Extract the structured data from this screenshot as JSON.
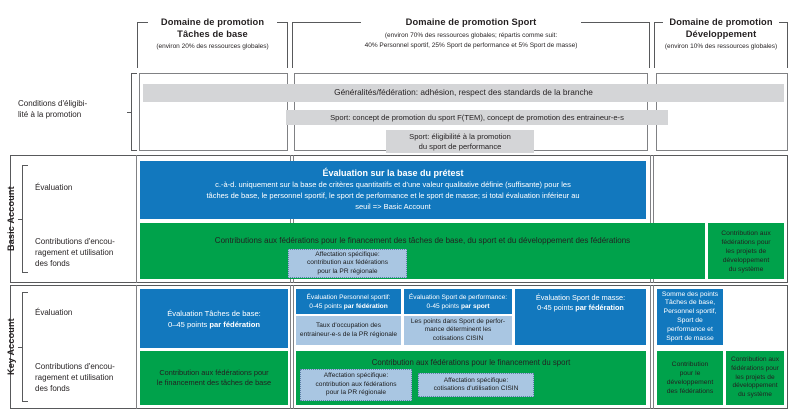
{
  "header": {
    "domains": [
      {
        "name": "domain-taches-de-base",
        "title": "Domaine de promotion\nTâches de base",
        "title_line1": "Domaine de promotion",
        "title_line2": "Tâches de base",
        "sub_line1": "(environ 20% des ressources globales)",
        "sub_line2": "",
        "sub_line3": ""
      },
      {
        "name": "domain-sport",
        "title_line1": "Domaine de promotion Sport",
        "title_line2": "",
        "sub_line1": "(environ 70% des ressources globales; répartis comme suit:",
        "sub_line2": "40% Personnel sportif,  25% Sport de performance et 5% Sport de masse)",
        "sub_line3": ""
      },
      {
        "name": "domain-developpement",
        "title_line1": "Domaine de promotion",
        "title_line2": "Développement",
        "sub_line1": "(environ 10% des ressources globales)",
        "sub_line2": "",
        "sub_line3": ""
      }
    ]
  },
  "rows": {
    "eligibility": {
      "label_line1": "Conditions d'éligibi-",
      "label_line2": "lité à la promotion"
    },
    "basic_account": {
      "side_label": "Basic Account",
      "evaluation_label": "Évaluation",
      "contributions_label_line1": "Contributions d'encou-",
      "contributions_label_line2": "ragement et utilisation",
      "contributions_label_line3": "des fonds"
    },
    "key_account": {
      "side_label": "Key Account",
      "evaluation_label": "Évaluation",
      "contributions_label_line1": "Contributions d'encou-",
      "contributions_label_line2": "ragement et utilisation",
      "contributions_label_line3": "des fonds"
    }
  },
  "eligibility_bars": {
    "generalites": "Généralités/fédération: adhésion, respect des standards de la branche",
    "sport_concept": "Sport: concept de promotion du sport F(TEM), concept de promotion des entraineur-e-s",
    "sport_eligibilite_line1": "Sport: éligibilité à la promotion",
    "sport_eligibilite_line2": "du sport de performance"
  },
  "basic_account_cells": {
    "evaluation": {
      "title": "Évaluation sur la base du prétest",
      "body_line1": "c.-à-d. uniquement sur la base de critères quantitatifs et d'une valeur qualitative définie (suffisante) pour les",
      "body_line2": "tâches de base, le personnel sportif, le sport de performance et le sport de masse; si total évaluation inférieur au",
      "body_line3": "seuil => Basic Account"
    },
    "contributions_main": "Contributions aux fédérations pour le financement des tâches de base, du sport et du développement des fédérations",
    "affectation_pr_line1": "Affectation spécifique:",
    "affectation_pr_line2": "contribution aux fédérations",
    "affectation_pr_line3": "pour la PR régionale",
    "dev_systeme_line1": "Contribution aux",
    "dev_systeme_line2": "fédérations pour",
    "dev_systeme_line3": "les projets de",
    "dev_systeme_line4": "développement",
    "dev_systeme_line5": "du système"
  },
  "key_account_cells": {
    "eval_taches_line1": "Évaluation Tâches de base:",
    "eval_taches_line2_a": "0–45 points ",
    "eval_taches_line2_b": "par fédération",
    "eval_personnel_line1": "Évaluation Personnel sportif:",
    "eval_personnel_line2_a": "0-45 points ",
    "eval_personnel_line2_b": "par fédération",
    "taux_occupation_line1": "Taux d'occupation des",
    "taux_occupation_line2": "entraineur-e-s de la PR régionale",
    "eval_performance_line1": "Évaluation Sport de performance:",
    "eval_performance_line2_a": "0-45 points ",
    "eval_performance_line2_b": "par sport",
    "points_cisin_line1": "Les points dans Sport de perfor-",
    "points_cisin_line2": "mance déterminent les",
    "points_cisin_line3": "cotisations CISIN",
    "eval_masse_line1": "Évaluation Sport de masse:",
    "eval_masse_line2_a": "0-45 points ",
    "eval_masse_line2_b": "par fédération",
    "somme_points_line1": "Somme des points",
    "somme_points_line2": "Tâches de base,",
    "somme_points_line3": "Personnel sportif,",
    "somme_points_line4": "Sport de",
    "somme_points_line5": "performance et",
    "somme_points_line6": "Sport de masse",
    "contrib_taches_line1": "Contribution aux fédérations pour",
    "contrib_taches_line2": "le financement des tâches de base",
    "contrib_sport": "Contribution aux fédérations pour le financement du sport",
    "affectation_pr_line1": "Affectation spécifique:",
    "affectation_pr_line2": "contribution aux fédérations",
    "affectation_pr_line3": "pour la PR régionale",
    "affectation_cisin_line1": "Affectation spécifique:",
    "affectation_cisin_line2": "cotisations d'utilisation CISIN",
    "contrib_dev_fed_line1": "Contribution",
    "contrib_dev_fed_line2": "pour le",
    "contrib_dev_fed_line3": "développement",
    "contrib_dev_fed_line4": "des fédérations",
    "contrib_dev_sys_line1": "Contribution aux",
    "contrib_dev_sys_line2": "fédérations pour",
    "contrib_dev_sys_line3": "les projets de",
    "contrib_dev_sys_line4": "développement",
    "contrib_dev_sys_line5": "du système"
  },
  "colors": {
    "blue": "#1278be",
    "green": "#00a24b",
    "light_blue": "#a9c6e2",
    "grey": "#d4d5d7",
    "line": "#808184"
  }
}
